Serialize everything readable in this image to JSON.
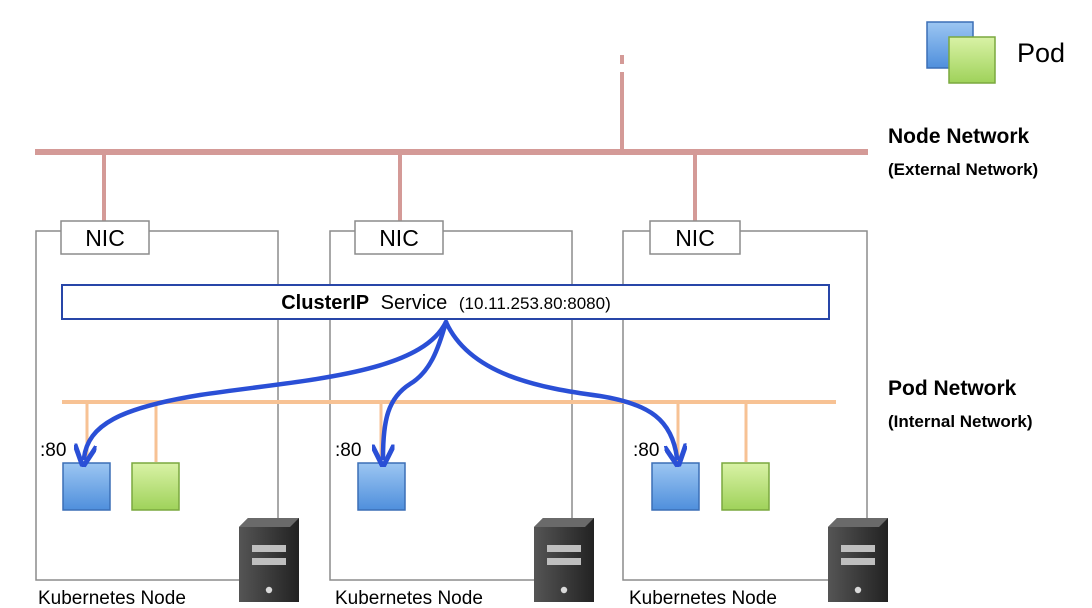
{
  "legend": {
    "label": "Pod"
  },
  "node_network": {
    "title": "Node Network",
    "subtitle": "(External Network)"
  },
  "pod_network": {
    "title": "Pod Network",
    "subtitle": "(Internal Network)"
  },
  "service": {
    "name": "ClusterIP",
    "word": "Service",
    "address": "(10.11.253.80:8080)"
  },
  "nodes": [
    {
      "nic": "NIC",
      "label": "Kubernetes Node",
      "port": ":80"
    },
    {
      "nic": "NIC",
      "label": "Kubernetes Node",
      "port": ":80"
    },
    {
      "nic": "NIC",
      "label": "Kubernetes Node",
      "port": ":80"
    }
  ],
  "colors": {
    "node_network_line": "#d49a97",
    "pod_network_line": "#f7c294",
    "service_border": "#2846a8",
    "arrow": "#2a4fd6",
    "pod_blue": "#6ea8e8",
    "pod_green": "#b7e07a",
    "node_border": "#8c8c8c",
    "server": "#3a3a3a"
  }
}
